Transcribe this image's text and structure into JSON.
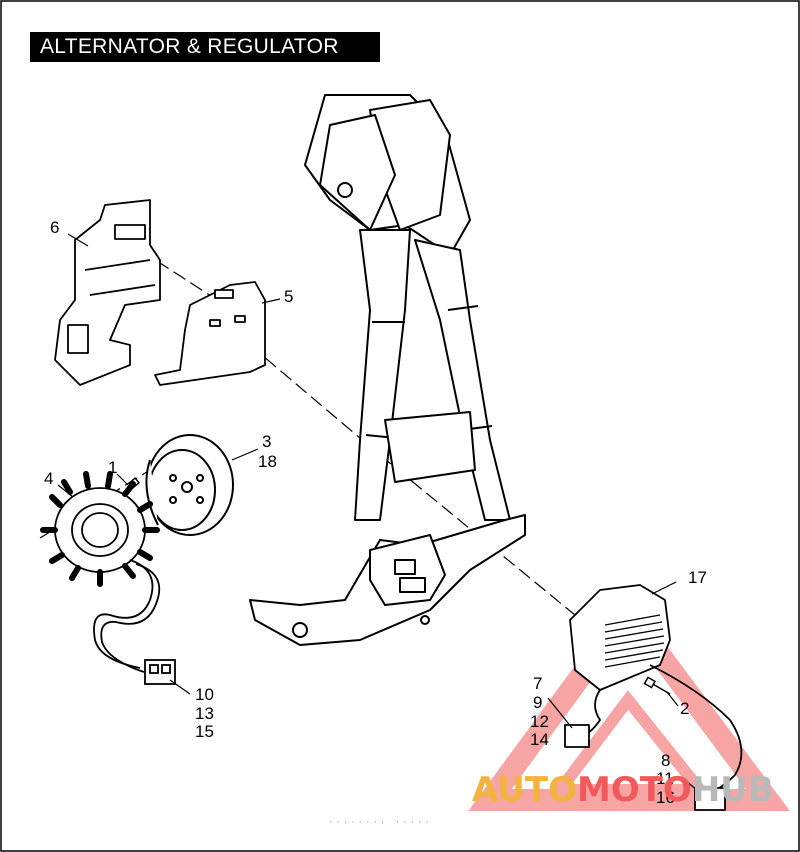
{
  "title": "ALTERNATOR & REGULATOR",
  "callouts": {
    "c1": "1",
    "c2": "2",
    "c3": "3",
    "c18": "18",
    "c4": "4",
    "c5": "5",
    "c6": "6",
    "c7": "7",
    "c9": "9",
    "c12": "12",
    "c14": "14",
    "c8": "8",
    "c11": "11",
    "c16": "16",
    "c10": "10",
    "c13": "13",
    "c15": "15",
    "c17": "17"
  },
  "watermark": {
    "part1": "AUTO",
    "part2": "MOTO",
    "part3": "HUB",
    "color_primary": "#f3b33d",
    "color_secondary": "#f05a5a",
    "color_tertiary": "#b9b9b9"
  },
  "footer_code": "········ ·····"
}
